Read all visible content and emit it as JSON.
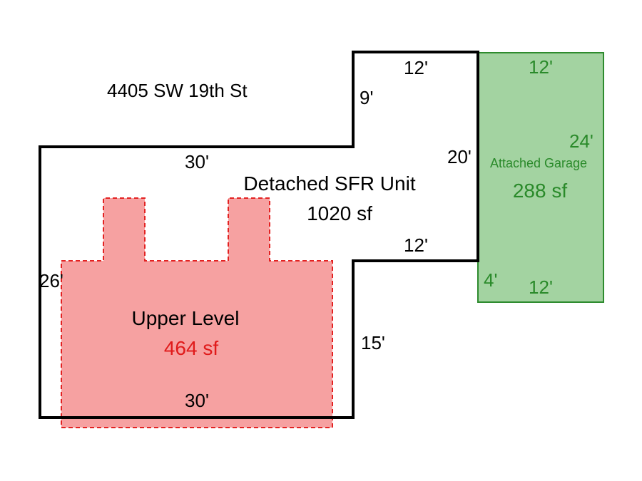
{
  "address": "4405 SW 19th St",
  "colors": {
    "outline": "#000000",
    "garage_fill": "#a3d3a1",
    "garage_stroke": "#2e8b2e",
    "garage_text": "#2a8a2a",
    "upper_fill": "#f6a1a1",
    "upper_stroke": "#e32222",
    "upper_text": "#e01a1a"
  },
  "main_unit": {
    "name": "Detached SFR Unit",
    "area": "1020 sf",
    "dims": {
      "top": "12'",
      "step_vertical": "9'",
      "left_top": "30'",
      "right_middle": "20'",
      "inner_ledge": "12'",
      "left_side": "26'",
      "right_lower": "15'",
      "bottom": "30'"
    }
  },
  "garage": {
    "name": "Attached Garage",
    "area": "288 sf",
    "dims": {
      "top": "12'",
      "side": "24'",
      "bottom": "12'",
      "offset": "4'"
    }
  },
  "upper_level": {
    "name": "Upper Level",
    "area": "464 sf"
  }
}
